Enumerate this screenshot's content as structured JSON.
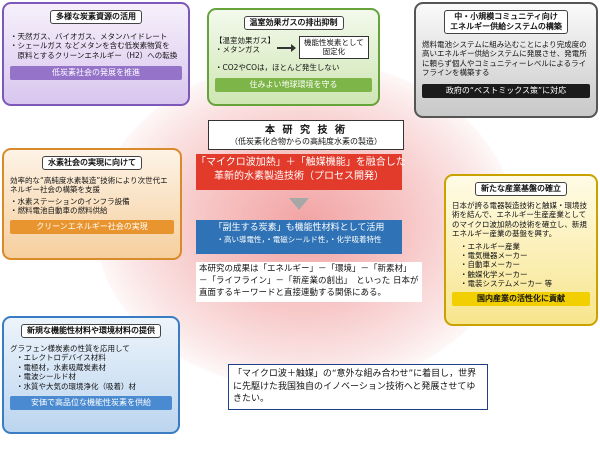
{
  "colors": {
    "purple": "#7d58b8",
    "green": "#67a33b",
    "gray": "#555555",
    "orange": "#d98a2b",
    "yellow": "#f2cf00",
    "blue": "#3a7cc4",
    "red": "#e23b2c",
    "navy": "#2f73b6"
  },
  "carbon_resources": {
    "title": "多様な炭素資源の活用",
    "items": [
      "・天然ガス、バイオガス、メタンハイドレート",
      "・シェールガス などメタンを含む低炭素物質を",
      "　原料とするクリーンエネルギー（H2）への転換"
    ],
    "footer": "低炭素社会の発展を推進"
  },
  "ghg": {
    "title": "温室効果ガスの排出抑制",
    "subtitle": "【温室効果ガス】",
    "methane": "・メタンガス",
    "fixed": "機能性炭素として\n固定化",
    "co2": "・CO2やCOは，ほとんど発生しない",
    "footer": "住みよい地球環境を守る"
  },
  "community": {
    "title": "中・小規模コミュニティ向け\nエネルギー供給システムの構築",
    "body": "燃料電池システムに組み込むことにより完成度の高いエネルギー供給システムに発展させ、発電所に頼らず個人やコミュニティーレベルによるライフラインを構築する",
    "footer": "政府の“ベストミックス策”に対応"
  },
  "hydrogen": {
    "title": "水素社会の実現に向けて",
    "body": "効率的な“高純度水素製造”技術により次世代エネルギー社会の構築を支援",
    "items": [
      "・水素ステーションのインフラ設備",
      "・燃料電池自動車の燃料供給"
    ],
    "footer": "クリーンエネルギー社会の実現"
  },
  "industry": {
    "title": "新たな産業基盤の確立",
    "body": "日本が誇る電器製造技術と触媒・環境技術を結んで、エネルギー生産産業としてのマイクロ波加熱の技術を確立し、新規エネルギー産業の基盤を興す。",
    "items": [
      "・エネルギー産業",
      "・電気機器メーカー",
      "・自動車メーカー",
      "・触媒化学メーカー",
      "・電装システムメーカー 等"
    ],
    "footer": "国内産業の活性化に貢献"
  },
  "materials": {
    "title": "新規な機能性材料や環境材料の提供",
    "body": "グラフェン様炭素の性質を応用して",
    "items": [
      "・エレクトロデバイス材料",
      "・電極材，水素吸蔵炭素材",
      "・電波シールド材",
      "・水質や大気の環境浄化（吸着）材"
    ],
    "footer": "安価で高品位な機能性炭素を供給"
  },
  "center": {
    "title": "本 研 究 技 術",
    "subtitle": "（低炭素化合物からの高純度水素の製造）",
    "red_text": "「マイクロ波加熱」＋「触媒機能」を融合した\n革新的水素製造技術（プロセス開発）",
    "blue_line1": "「副生する炭素」も機能性材料として活用",
    "blue_line2": "・高い導電性，・電磁シールド性，・化学吸着特性",
    "summary": "本研究の成果は「エネルギー」－「環境」－「新素材」－「ライフライン」－「新産業の創出」　といった 日本が直面するキーワードと直接連動する関係にある。"
  },
  "bottom_note": "「マイクロ波＋触媒」の“意外な組み合わせ”に着目し，世界に先駆けた我国独自のイノベーション技術へと発展させてゆきたい。"
}
